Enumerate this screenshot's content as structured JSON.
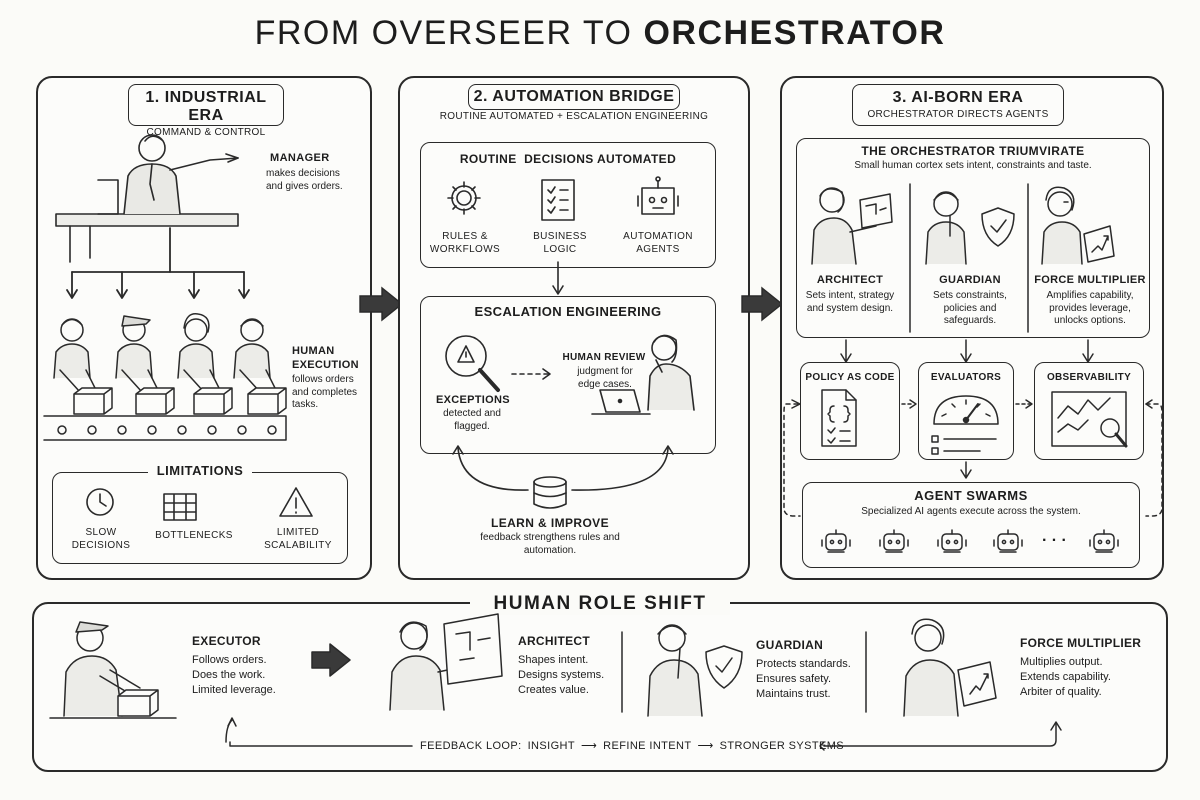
{
  "title": {
    "light": "FROM OVERSEER TO",
    "bold": "ORCHESTRATOR"
  },
  "industrial": {
    "heading": "1. INDUSTRIAL ERA",
    "subheading": "COMMAND & CONTROL",
    "manager_label": "MANAGER",
    "manager_desc": "makes decisions and gives orders.",
    "execution_label": "HUMAN EXECUTION",
    "execution_desc": "follows orders and completes tasks.",
    "limitations_heading": "LIMITATIONS",
    "limitations": [
      "SLOW DECISIONS",
      "BOTTLENECKS",
      "LIMITED SCALABILITY"
    ]
  },
  "automation": {
    "heading": "2. AUTOMATION BRIDGE",
    "subheading": "ROUTINE AUTOMATED + ESCALATION ENGINEERING",
    "routine_heading": "ROUTINE  DECISIONS AUTOMATED",
    "routine_items": [
      "RULES & WORKFLOWS",
      "BUSINESS LOGIC",
      "AUTOMATION AGENTS"
    ],
    "escalation_heading": "ESCALATION ENGINEERING",
    "exceptions_label": "EXCEPTIONS",
    "exceptions_desc": "detected and flagged.",
    "review_label": "HUMAN REVIEW",
    "review_desc": "judgment for edge cases.",
    "learn_label": "LEARN & IMPROVE",
    "learn_desc": "feedback strengthens rules and automation."
  },
  "ai_era": {
    "heading": "3. AI-BORN ERA",
    "subheading": "ORCHESTRATOR DIRECTS AGENTS",
    "triumvirate_heading": "THE ORCHESTRATOR TRIUMVIRATE",
    "triumvirate_desc": "Small human cortex sets intent, constraints and taste.",
    "roles": [
      {
        "name": "ARCHITECT",
        "desc": "Sets intent, strategy and system design."
      },
      {
        "name": "GUARDIAN",
        "desc": "Sets constraints, policies and safeguards."
      },
      {
        "name": "FORCE MULTIPLIER",
        "desc": "Amplifies capability, provides leverage, unlocks options."
      }
    ],
    "tools": [
      "POLICY AS CODE",
      "EVALUATORS",
      "OBSERVABILITY"
    ],
    "swarm_heading": "AGENT SWARMS",
    "swarm_desc": "Specialized AI agents execute across the system.",
    "swarm_ellipsis": "· · ·"
  },
  "shift": {
    "heading": "HUMAN ROLE SHIFT",
    "roles": [
      {
        "name": "EXECUTOR",
        "lines": [
          "Follows orders.",
          "Does the work.",
          "Limited leverage."
        ]
      },
      {
        "name": "ARCHITECT",
        "lines": [
          "Shapes intent.",
          "Designs systems.",
          "Creates value."
        ]
      },
      {
        "name": "GUARDIAN",
        "lines": [
          "Protects standards.",
          "Ensures safety.",
          "Maintains trust."
        ]
      },
      {
        "name": "FORCE MULTIPLIER",
        "lines": [
          "Multiplies output.",
          "Extends capability.",
          "Arbiter of quality."
        ]
      }
    ],
    "feedback_prefix": "FEEDBACK LOOP:",
    "feedback_steps": [
      "INSIGHT",
      "REFINE INTENT",
      "STRONGER SYSTEMS"
    ]
  }
}
